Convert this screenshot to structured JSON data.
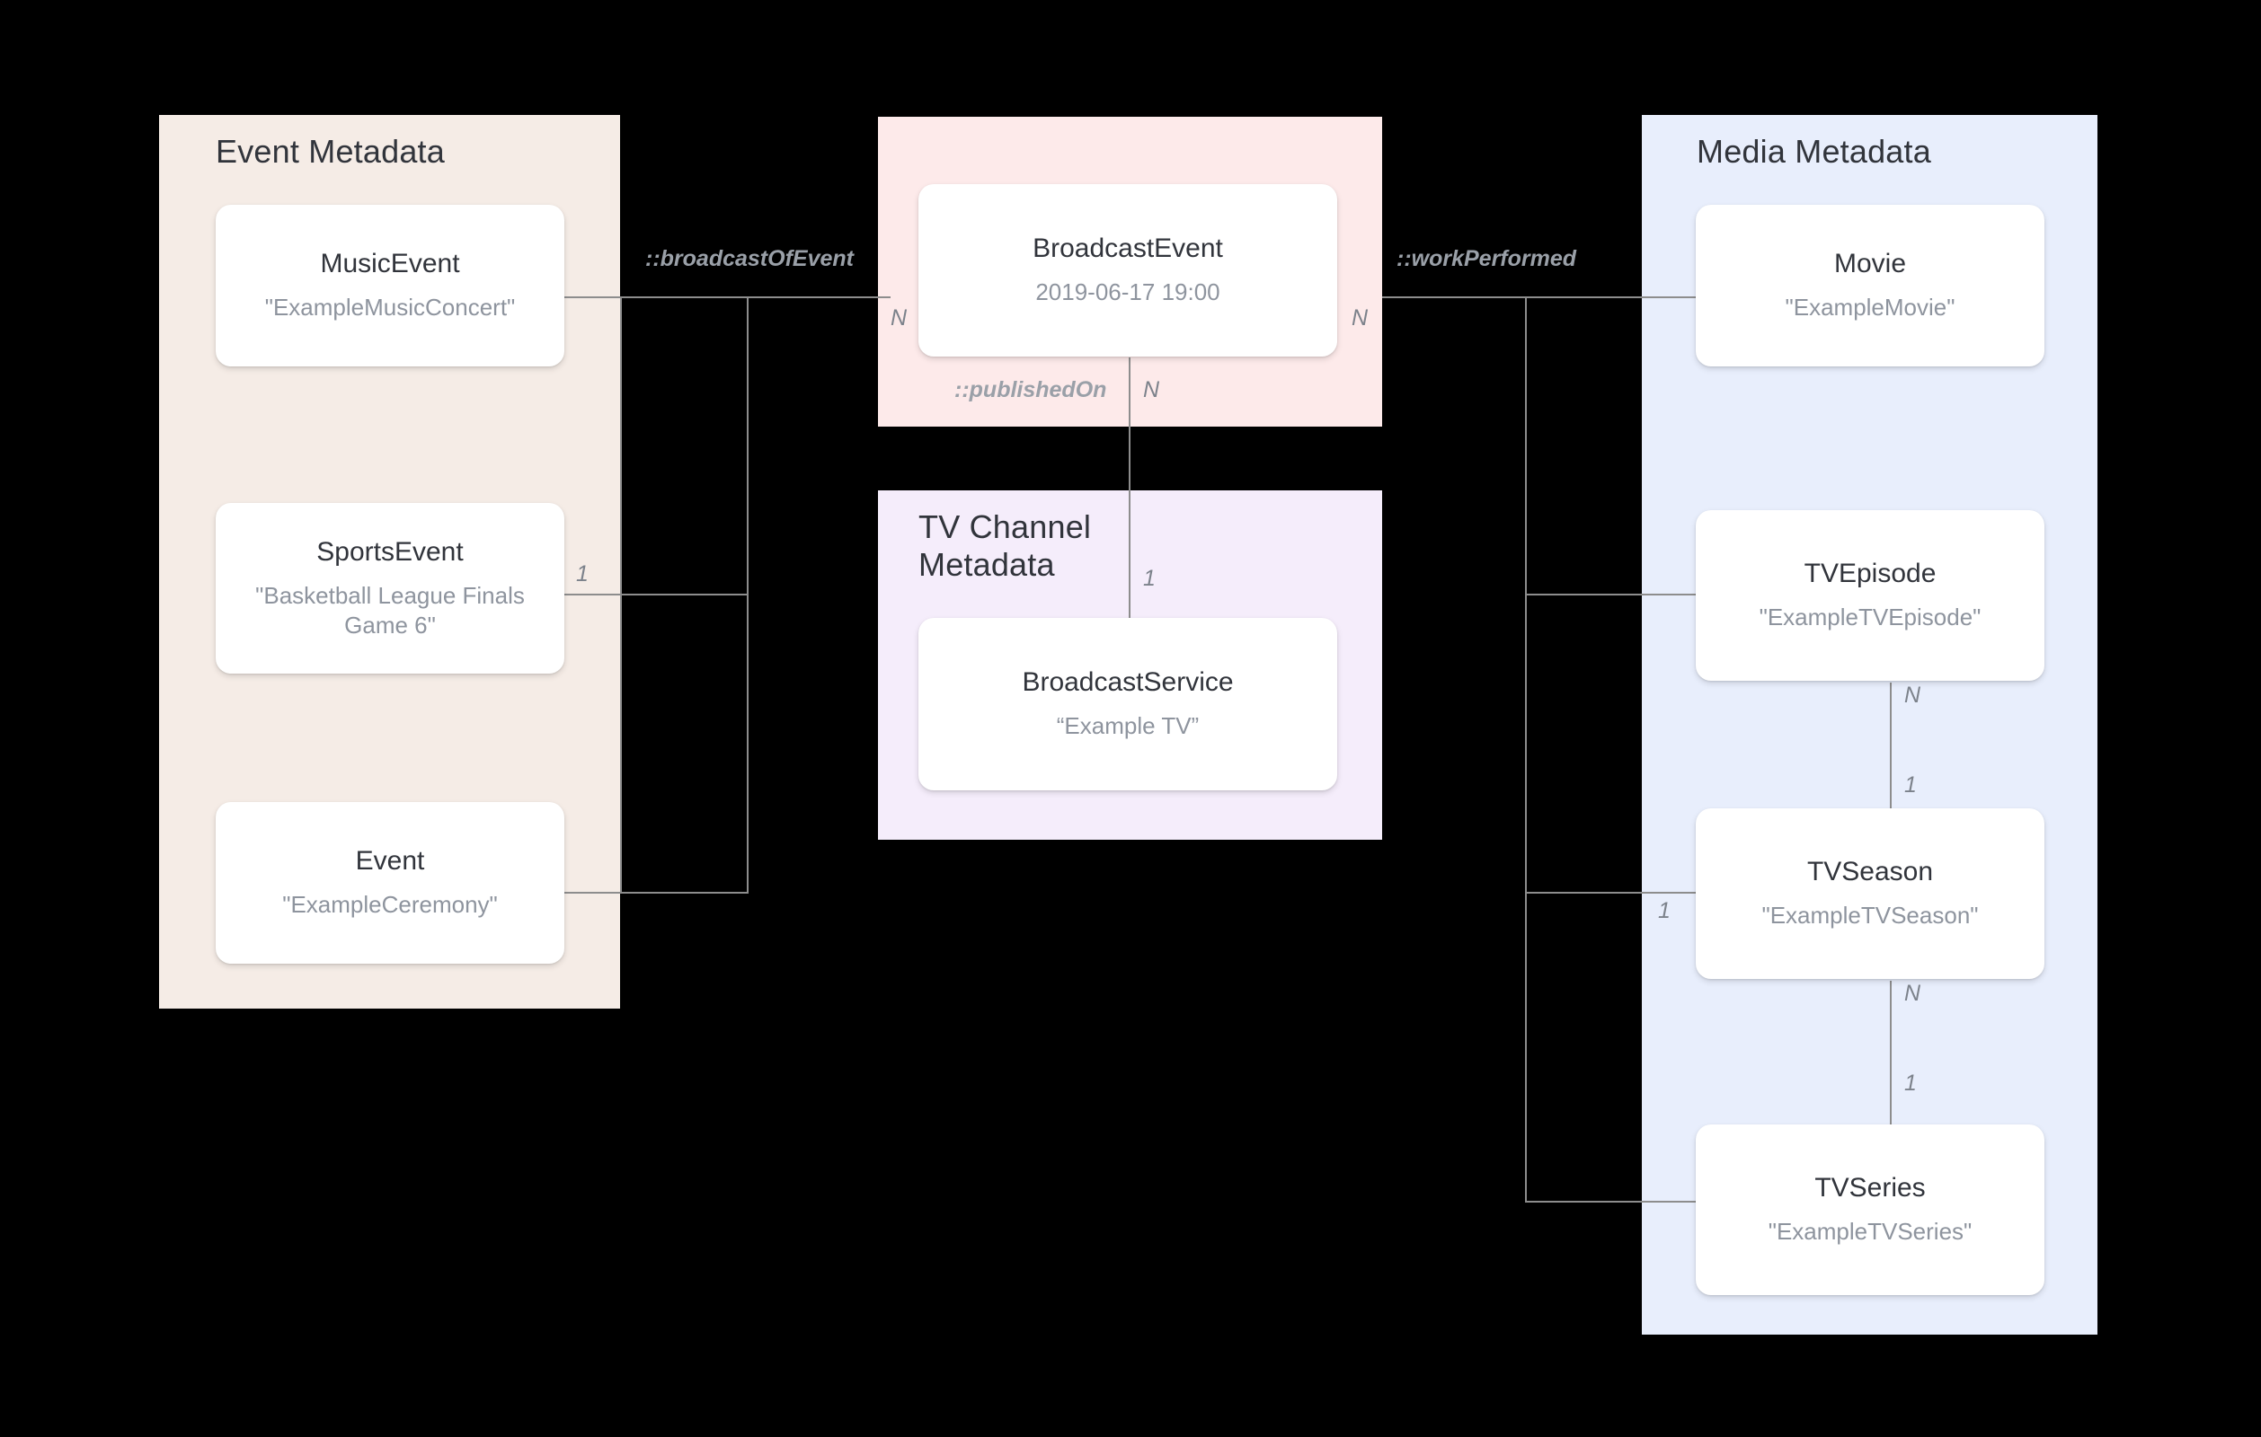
{
  "diagram": {
    "type": "entity-relationship-diagram",
    "groups": [
      {
        "id": "event-metadata",
        "title": "Event Metadata",
        "color": "#f5ece6",
        "entities": [
          {
            "id": "music-event",
            "name": "MusicEvent",
            "value": "\"ExampleMusicConcert\""
          },
          {
            "id": "sports-event",
            "name": "SportsEvent",
            "value": "\"Basketball League Finals Game 6\""
          },
          {
            "id": "event",
            "name": "Event",
            "value": "\"ExampleCeremony\""
          }
        ]
      },
      {
        "id": "broadcast-event-group",
        "title": "",
        "color": "#fdeaea",
        "entities": [
          {
            "id": "broadcast-event",
            "name": "BroadcastEvent",
            "value": "2019-06-17 19:00"
          }
        ]
      },
      {
        "id": "tv-channel-metadata",
        "title": "TV Channel\nMetadata",
        "color": "#f5edfb",
        "entities": [
          {
            "id": "broadcast-service",
            "name": "BroadcastService",
            "value": "“Example TV”"
          }
        ]
      },
      {
        "id": "media-metadata",
        "title": "Media Metadata",
        "color": "#e8eefc",
        "entities": [
          {
            "id": "movie",
            "name": "Movie",
            "value": "\"ExampleMovie\""
          },
          {
            "id": "tv-episode",
            "name": "TVEpisode",
            "value": "\"ExampleTVEpisode\""
          },
          {
            "id": "tv-season",
            "name": "TVSeason",
            "value": "\"ExampleTVSeason\""
          },
          {
            "id": "tv-series",
            "name": "TVSeries",
            "value": "\"ExampleTVSeries\""
          }
        ]
      }
    ],
    "relations": [
      {
        "id": "broadcast-of-event",
        "label": "::broadcastOfEvent",
        "source_cardinality": "1",
        "target_cardinality": "N"
      },
      {
        "id": "work-performed",
        "label": "::workPerformed",
        "source_cardinality": "N",
        "target_cardinality": "1"
      },
      {
        "id": "published-on",
        "label": "::publishedOn",
        "source_cardinality": "N",
        "target_cardinality": "1"
      }
    ],
    "cardinalities": {
      "sports_to_broadcast": "1",
      "broadcast_left": "N",
      "broadcast_right": "N",
      "published_on_n": "N",
      "broadcast_service_1": "1",
      "episode_to_season_n": "N",
      "episode_to_season_1": "1",
      "season_to_series_n": "N",
      "season_to_series_1": "1",
      "season_left_1": "1"
    }
  }
}
